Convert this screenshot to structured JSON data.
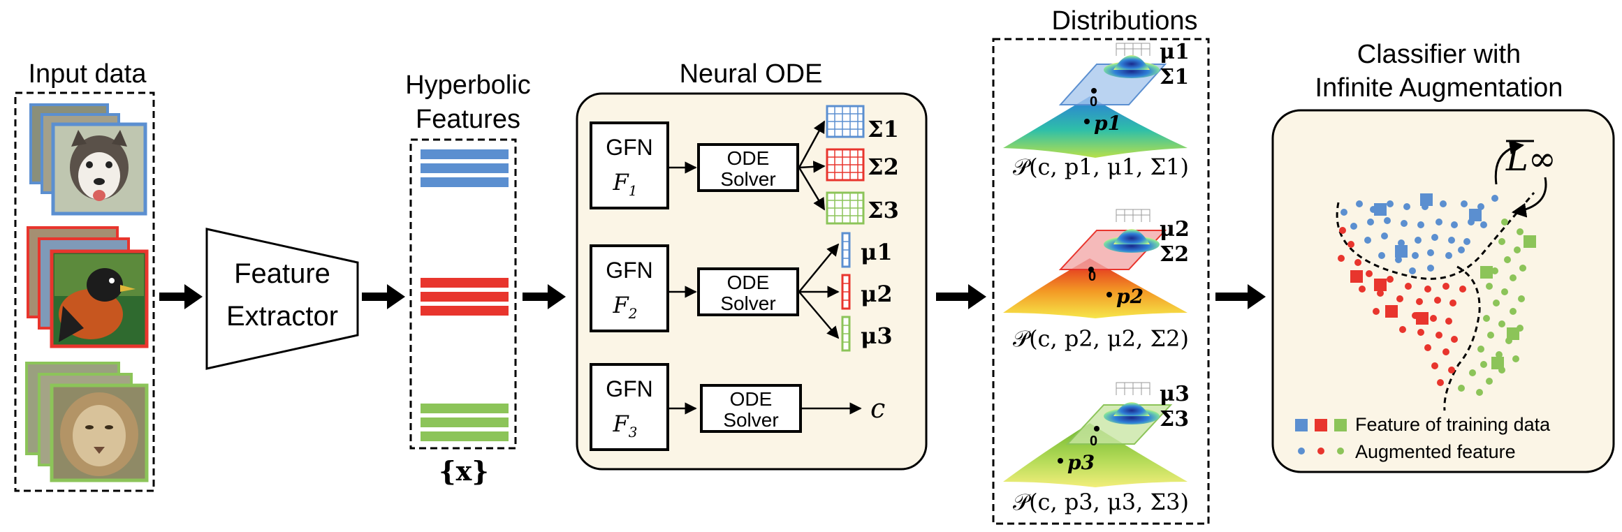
{
  "input": {
    "title": "Input data"
  },
  "extractor": {
    "line1": "Feature",
    "line2": "Extractor"
  },
  "features": {
    "title_line1": "Hyperbolic",
    "title_line2": "Features",
    "caption": "{x}"
  },
  "ode": {
    "title": "Neural ODE",
    "blocks": [
      {
        "gfn": "GFN",
        "f": "F",
        "sub": "1",
        "solver1": "ODE",
        "solver2": "Solver"
      },
      {
        "gfn": "GFN",
        "f": "F",
        "sub": "2",
        "solver1": "ODE",
        "solver2": "Solver"
      },
      {
        "gfn": "GFN",
        "f": "F",
        "sub": "3",
        "solver1": "ODE",
        "solver2": "Solver"
      }
    ],
    "sigma_labels": [
      "Σ1",
      "Σ2",
      "Σ3"
    ],
    "mu_labels": [
      "μ1",
      "μ2",
      "μ3"
    ],
    "c_label": "c"
  },
  "distributions": {
    "title": "Distributions",
    "items": [
      {
        "mu": "μ1",
        "sigma": "Σ1",
        "origin": "0",
        "p": "p1",
        "formula": "𝒫(c, p1, μ1, Σ1)"
      },
      {
        "mu": "μ2",
        "sigma": "Σ2",
        "origin": "0",
        "p": "p2",
        "formula": "𝒫(c, p2, μ2, Σ2)"
      },
      {
        "mu": "μ3",
        "sigma": "Σ3",
        "origin": "0",
        "p": "p3",
        "formula": "𝒫(c, p3, μ3, Σ3)"
      }
    ]
  },
  "classifier": {
    "title_line1": "Classifier with",
    "title_line2": "Infinite Augmentation",
    "loss": "L∞",
    "legend_training": "Feature of training data",
    "legend_augmented": "Augmented feature"
  },
  "colors": {
    "blue": "#5b8fd0",
    "red": "#e8352d",
    "green": "#8cc459",
    "panel_bg": "#fbf5e6",
    "arrow": "#000000"
  }
}
